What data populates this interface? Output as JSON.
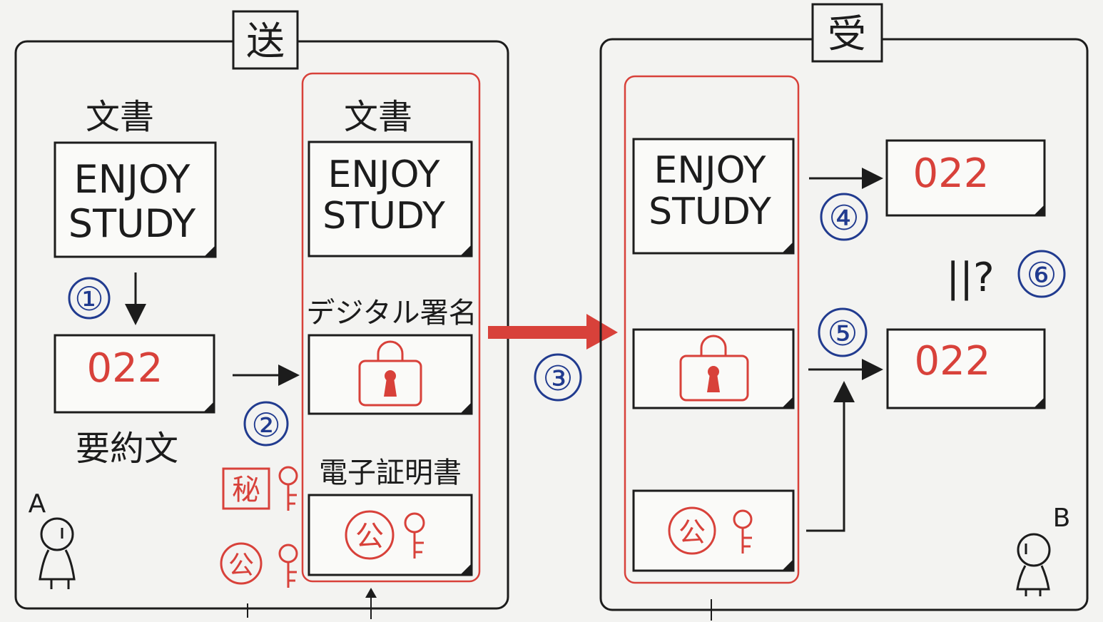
{
  "sender": {
    "header": "送",
    "person_label": "A",
    "document_title": "文書",
    "document_text": [
      "ENJOY",
      "STUDY"
    ],
    "digest_value": "022",
    "digest_label": "要約文",
    "secret_key_label": "秘",
    "public_key_label": "公"
  },
  "package": {
    "document_title": "文書",
    "document_text": [
      "ENJOY",
      "STUDY"
    ],
    "signature_label": "デジタル署名",
    "certificate_label": "電子証明書",
    "certificate_key_label": "公"
  },
  "receiver": {
    "header": "受",
    "person_label": "B",
    "document_text": [
      "ENJOY",
      "STUDY"
    ],
    "certificate_key_label": "公",
    "digest_top": "022",
    "digest_bottom": "022",
    "compare_mark": "||?"
  },
  "steps": [
    "①",
    "②",
    "③",
    "④",
    "⑤",
    "⑥"
  ],
  "colors": {
    "ink": "#1c1c1c",
    "red": "#d8413a",
    "blue": "#213b8f",
    "paper": "#f3f3f1"
  }
}
